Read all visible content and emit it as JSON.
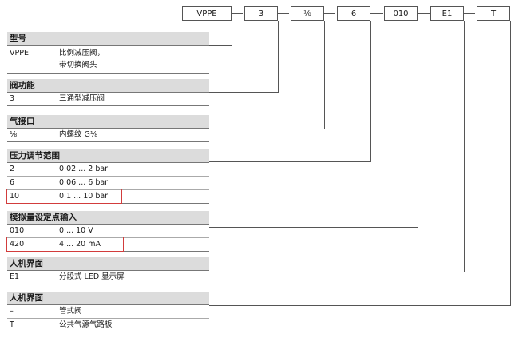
{
  "code_parts": [
    "VPPE",
    "–",
    "3",
    "–",
    "⅛",
    "–",
    "6",
    "–",
    "010",
    "–",
    "E1",
    "–",
    "T"
  ],
  "sections": [
    {
      "title": "型号",
      "rows": [
        {
          "code": "VPPE",
          "desc": "比例减压阀，\n带切换阀头"
        }
      ]
    },
    {
      "title": "阀功能",
      "rows": [
        {
          "code": "3",
          "desc": "三通型减压阀"
        }
      ]
    },
    {
      "title": "气接口",
      "rows": [
        {
          "code": "⅛",
          "desc": "内螺纹 G⅛"
        }
      ]
    },
    {
      "title": "压力调节范围",
      "rows": [
        {
          "code": "2",
          "desc": "0.02 ... 2 bar"
        },
        {
          "code": "6",
          "desc": "0.06 ... 6 bar"
        },
        {
          "code": "10",
          "desc": "0.1 ... 10 bar"
        }
      ]
    },
    {
      "title": "模拟量设定点输入",
      "rows": [
        {
          "code": "010",
          "desc": "0 ... 10 V"
        },
        {
          "code": "420",
          "desc": "4 ... 20 mA"
        }
      ]
    },
    {
      "title": "人机界面",
      "rows": [
        {
          "code": "E1",
          "desc": "分段式 LED 显示屏"
        }
      ]
    },
    {
      "title": "人机界面",
      "rows": [
        {
          "code": "–",
          "desc": "管式阀"
        },
        {
          "code": "T",
          "desc": "公共气源气路板"
        }
      ]
    }
  ],
  "colors": {
    "header_bg": "#dcdcdc",
    "highlight": "#d23c3c",
    "line": "#555555"
  }
}
